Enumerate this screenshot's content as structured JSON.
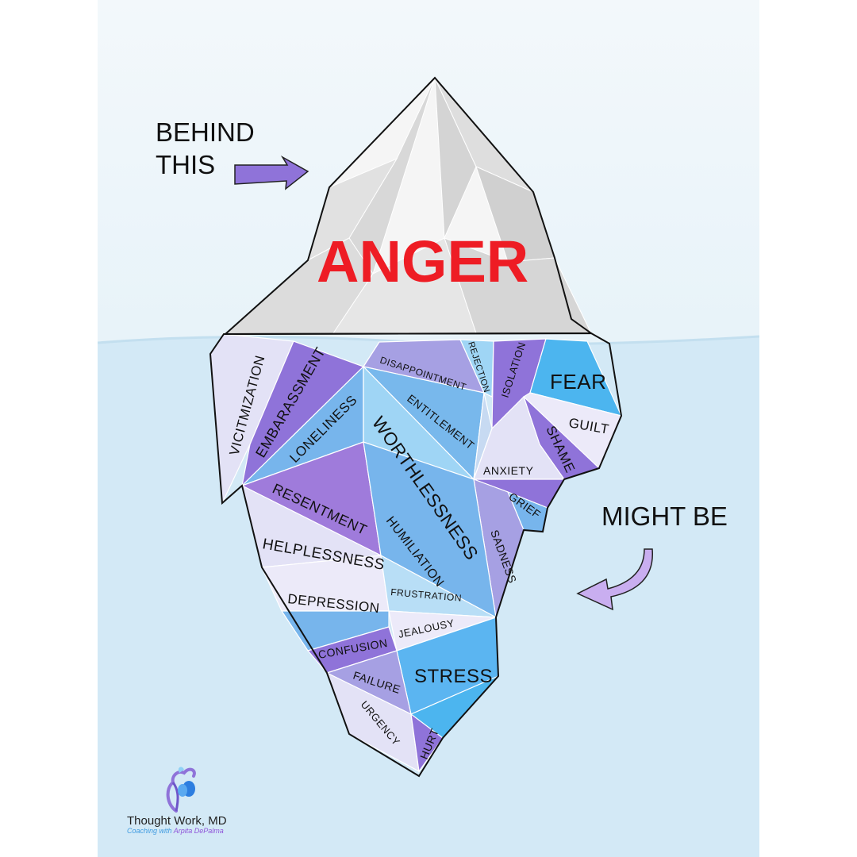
{
  "poster": {
    "behind_line1": "BEHIND",
    "behind_line2": "THIS",
    "top_emotion": "ANGER",
    "might_be": "MIGHT BE",
    "colors": {
      "anger_red": "#ee1c24",
      "arrow_purple": "#8f73d9",
      "arrow_lilac": "#c9aef0",
      "water": "#d3e9f6",
      "ice_white": "#f7f7f7",
      "ice_gray": "#d9d9d9"
    }
  },
  "emotions": {
    "victimization": "VICITMIZATION",
    "embarassment": "EMBARASSMENT",
    "loneliness": "LONELINESS",
    "disappointment": "DISAPPOINTMENT",
    "rejection": "REJECTION",
    "isolation": "ISOLATION",
    "fear": "FEAR",
    "guilt": "GUILT",
    "shame": "SHAME",
    "entitlement": "ENTITLEMENT",
    "worthlessness": "WORTHLESSNESS",
    "anxiety": "ANXIETY",
    "grief": "GRIEF",
    "resentment": "RESENTMENT",
    "humiliation": "HUMILIATION",
    "sadness": "SADNESS",
    "helplessness": "HELPLESSNESS",
    "frustration": "FRUSTRATION",
    "depression": "DEPRESSION",
    "jealousy": "JEALOUSY",
    "confusion": "CONFUSION",
    "stress": "STRESS",
    "failure": "FAILURE",
    "urgency": "URGENCY",
    "hurt": "HURT"
  },
  "brand": {
    "name": "Thought Work, MD",
    "tagline_part1": "Coaching with ",
    "tagline_part2": "Arpita DePalma",
    "icon": "butterfly-head-logo-icon"
  }
}
